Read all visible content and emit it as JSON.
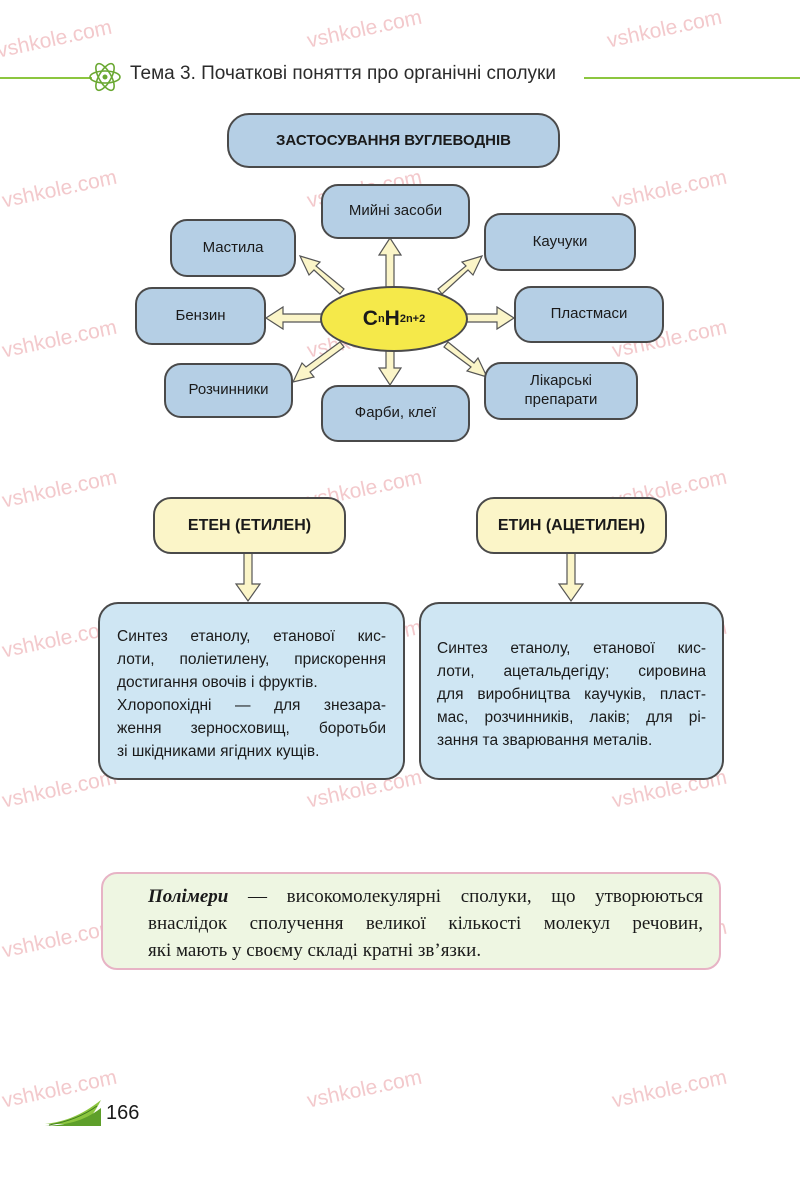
{
  "watermark": "vshkole.com",
  "header": {
    "title": "Тема 3. Початкові поняття про органічні сполуки"
  },
  "scheme": {
    "title": "ЗАСТОСУВАННЯ ВУГЛЕВОДНІВ",
    "center": {
      "base": "C",
      "sub1": "n",
      "base2": "H",
      "sub2": "2n+2"
    },
    "nodes": {
      "top": "Мийні засоби",
      "top_left": "Мастила",
      "top_right": "Каучуки",
      "left": "Бензин",
      "right": "Пластмаси",
      "bottom_left": "Розчинники",
      "bottom": "Фарби, клеї",
      "bottom_right_1": "Лікарські",
      "bottom_right_2": "препарати"
    }
  },
  "ethene": {
    "title": "ЕТЕН (ЕТИЛЕН)",
    "lines": [
      "Синтез етанолу, етанової кис-",
      "лоти, поліетилену, прискорення",
      "достигання овочів і фруктів.",
      "Хлоропохідні — для знезара-",
      "ження зерносховищ, боротьби",
      "зі шкідниками ягідних кущів."
    ]
  },
  "ethyne": {
    "title": "ЕТИН (АЦЕТИЛЕН)",
    "lines": [
      "Синтез етанолу, етанової кис-",
      "лоти, ацетальдегіду; сировина",
      "для виробництва каучуків, пласт-",
      "мас, розчинників, лаків; для рі-",
      "зання та зварювання металів."
    ]
  },
  "definition": {
    "term": "Полімери",
    "lines": [
      " — високомолекулярні сполуки, що утворюються",
      "внаслідок сполучення великої кількості молекул речовин,",
      "які мають у своєму складі кратні зв’язки."
    ]
  },
  "footer": {
    "page_number": "166"
  },
  "colors": {
    "box_blue": "#b5cfe5",
    "center_yellow": "#f5e94a",
    "panel_blue": "#cfe6f3",
    "title_yellow": "#fbf5c8",
    "header_green": "#8cc63f",
    "definition_bg": "#eef6e2",
    "definition_border": "#e7b3c5"
  }
}
